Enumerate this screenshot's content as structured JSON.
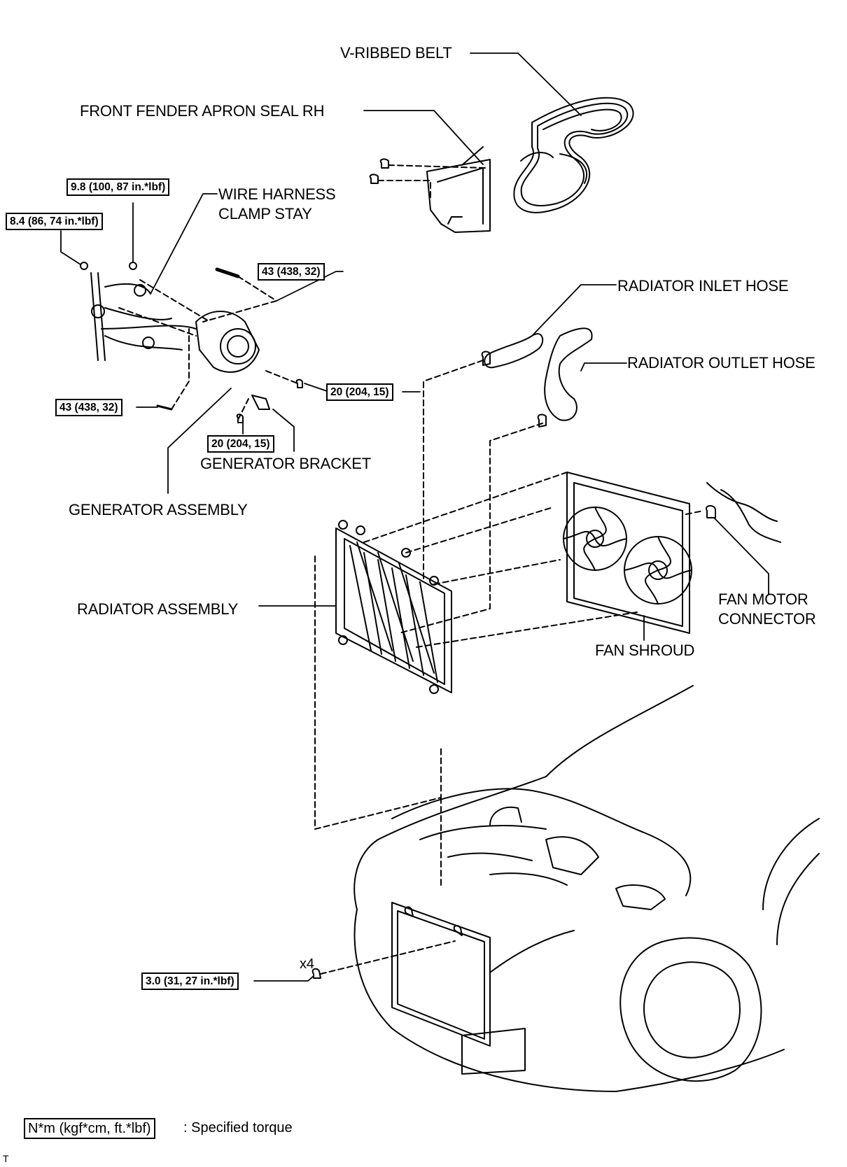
{
  "labels": {
    "v_ribbed_belt": "V-RIBBED BELT",
    "front_fender_apron_seal": "FRONT FENDER APRON SEAL RH",
    "wire_harness_line1": "WIRE HARNESS",
    "wire_harness_line2": "CLAMP STAY",
    "radiator_inlet_hose": "RADIATOR INLET HOSE",
    "radiator_outlet_hose": "RADIATOR OUTLET HOSE",
    "generator_bracket": "GENERATOR BRACKET",
    "generator_assembly": "GENERATOR ASSEMBLY",
    "radiator_assembly": "RADIATOR ASSEMBLY",
    "fan_motor_line1": "FAN MOTOR",
    "fan_motor_line2": "CONNECTOR",
    "fan_shroud": "FAN SHROUD",
    "quantity": "x4"
  },
  "torques": {
    "t_98": "9.8 (100, 87 in.*lbf)",
    "t_84": "8.4 (86, 74 in.*lbf)",
    "t_43_upper": "43 (438, 32)",
    "t_20_right": "20 (204, 15)",
    "t_43_lower": "43 (438, 32)",
    "t_20_lower": "20 (204, 15)",
    "t_30": "3.0 (31, 27 in.*lbf)"
  },
  "legend": {
    "unit_box": "N*m (kgf*cm, ft.*lbf)",
    "description": ": Specified torque"
  },
  "corner_mark": "T"
}
